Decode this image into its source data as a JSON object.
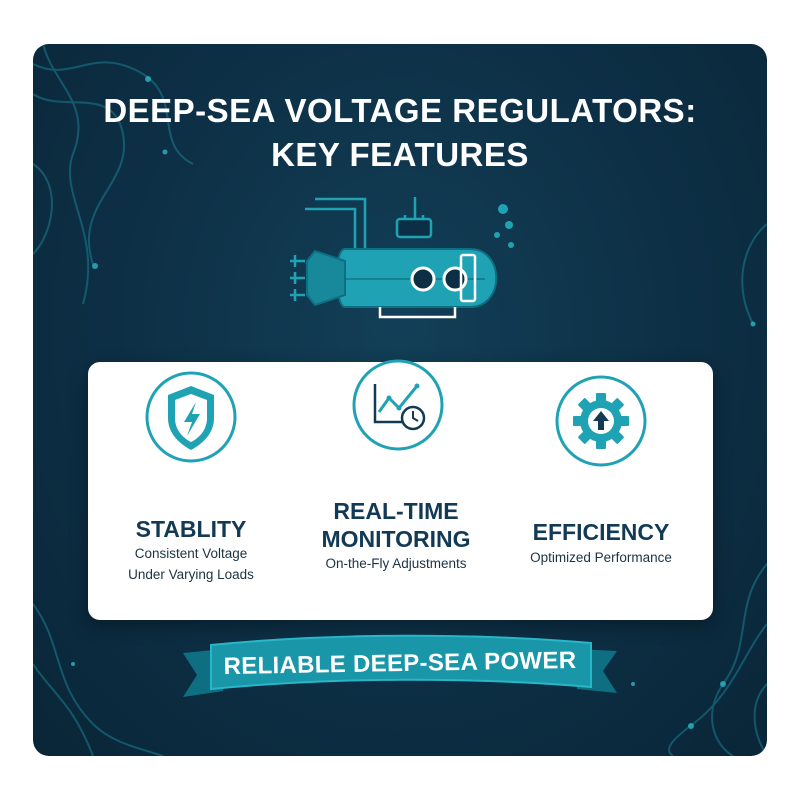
{
  "title": {
    "line1": "DEEP-SEA VOLTAGE REGULATORS:",
    "line2": "KEY FEATURES"
  },
  "features": [
    {
      "icon": "shield-lightning-icon",
      "title": "STABLITY",
      "desc_line1": "Consistent Voltage",
      "desc_line2": "Under Varying Loads"
    },
    {
      "icon": "chart-clock-icon",
      "title_line1": "REAL-TIME",
      "title_line2": "MONITORING",
      "desc_line1": "On-the-Fly Adjustments"
    },
    {
      "icon": "gear-arrow-icon",
      "title": "EFFICIENCY",
      "desc_line1": "Optimized Performance"
    }
  ],
  "banner": {
    "text": "RELIABLE DEEP-SEA POWER"
  },
  "colors": {
    "background": "#0d2f45",
    "accent": "#1fa3b4",
    "title_text": "#ffffff",
    "feature_title": "#133a55"
  }
}
